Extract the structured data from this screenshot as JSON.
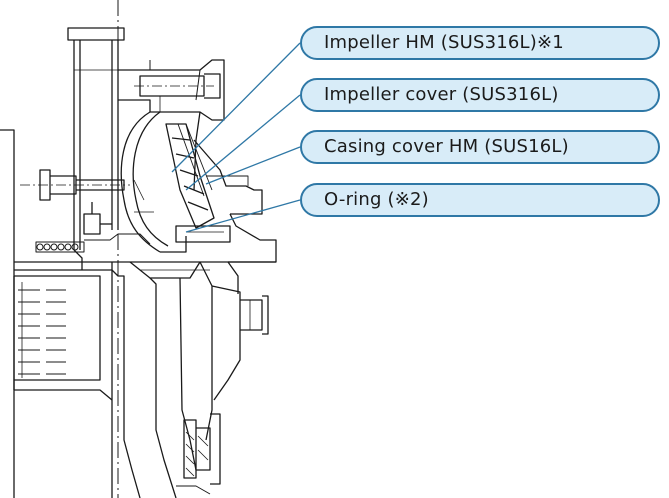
{
  "callouts": [
    {
      "label": "Impeller HM (SUS316L)※1"
    },
    {
      "label": "Impeller cover (SUS316L)"
    },
    {
      "label": "Casing cover HM (SUS16L)"
    },
    {
      "label": "O-ring (※2)"
    }
  ],
  "colors": {
    "callout_fill": "#d8ecf8",
    "callout_border": "#2f78a6",
    "leader_line": "#2f78a6",
    "drawing_line": "#1a1a1a"
  }
}
